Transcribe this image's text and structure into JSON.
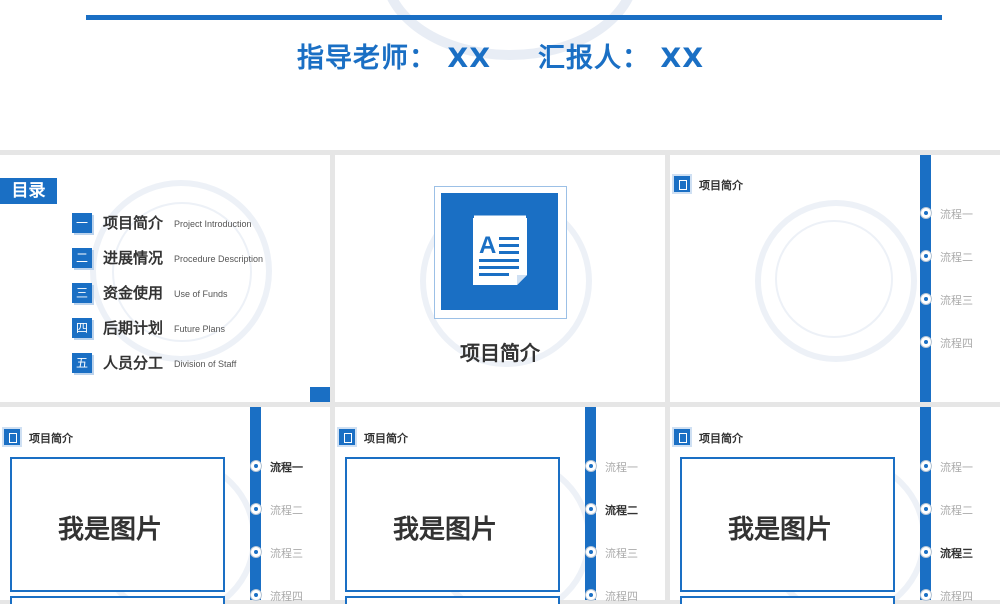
{
  "header": {
    "advisor": "指导老师： XX",
    "reporter": "汇报人： XX"
  },
  "toc": {
    "title": "目录",
    "items": [
      {
        "num": "一",
        "cn": "项目简介",
        "en": "Project Introduction"
      },
      {
        "num": "二",
        "cn": "进展情况",
        "en": "Procedure Description"
      },
      {
        "num": "三",
        "cn": "资金使用",
        "en": "Use of Funds"
      },
      {
        "num": "四",
        "cn": "后期计划",
        "en": "Future Plans"
      },
      {
        "num": "五",
        "cn": "人员分工",
        "en": "Division of Staff"
      }
    ]
  },
  "section_title": "项目简介",
  "slide_header": "项目简介",
  "steps": [
    "流程一",
    "流程二",
    "流程三",
    "流程四"
  ],
  "image_placeholder": "我是图片",
  "colors": {
    "accent": "#1a6fc4",
    "background": "#e6e6e6",
    "text": "#333333",
    "muted": "#aaaaaa"
  },
  "icons": {
    "section": "document-icon",
    "step": "dot-icon"
  }
}
